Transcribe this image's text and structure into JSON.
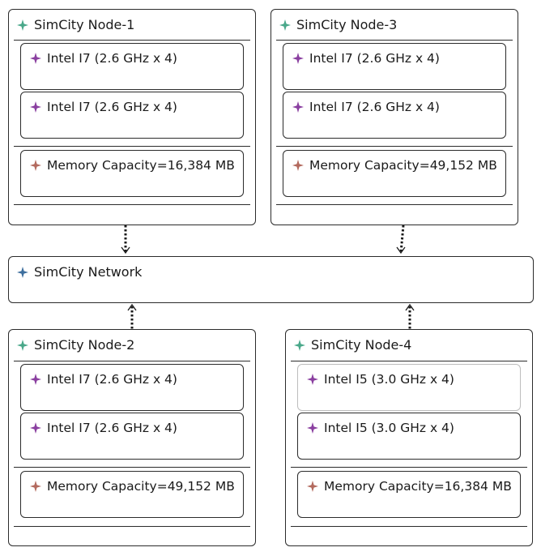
{
  "colors": {
    "node_icon": "#4aa88a",
    "cpu_icon": "#8a3fa0",
    "memory_icon": "#b36a5e",
    "network_icon": "#3e6f9e"
  },
  "network": {
    "title": "SimCity Network",
    "icon": "network-icon"
  },
  "nodes": [
    {
      "title": "SimCity Node-1",
      "cpus": [
        "Intel I7 (2.6 GHz x 4)",
        "Intel I7 (2.6 GHz x 4)"
      ],
      "memory": "Memory Capacity=16,384 MB"
    },
    {
      "title": "SimCity Node-3",
      "cpus": [
        "Intel I7 (2.6 GHz x 4)",
        "Intel I7 (2.6 GHz x 4)"
      ],
      "memory": "Memory Capacity=49,152 MB"
    },
    {
      "title": "SimCity Node-2",
      "cpus": [
        "Intel I7 (2.6 GHz x 4)",
        "Intel I7 (2.6 GHz x 4)"
      ],
      "memory": "Memory Capacity=49,152 MB"
    },
    {
      "title": "SimCity Node-4",
      "cpus": [
        "Intel I5 (3.0 GHz x 4)",
        "Intel I5 (3.0 GHz x 4)"
      ],
      "memory": "Memory Capacity=16,384 MB"
    }
  ]
}
